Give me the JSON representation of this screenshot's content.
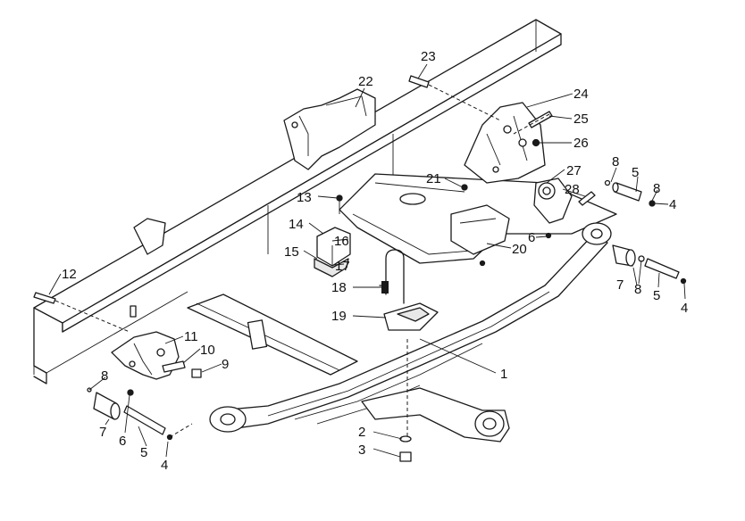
{
  "diagram": {
    "callouts": [
      {
        "id": "c1",
        "text": "1"
      },
      {
        "id": "c2",
        "text": "2"
      },
      {
        "id": "c3",
        "text": "3"
      },
      {
        "id": "c4a",
        "text": "4"
      },
      {
        "id": "c4b",
        "text": "4"
      },
      {
        "id": "c4c",
        "text": "4"
      },
      {
        "id": "c5a",
        "text": "5"
      },
      {
        "id": "c5b",
        "text": "5"
      },
      {
        "id": "c5c",
        "text": "5"
      },
      {
        "id": "c6a",
        "text": "6"
      },
      {
        "id": "c6b",
        "text": "6"
      },
      {
        "id": "c7a",
        "text": "7"
      },
      {
        "id": "c7b",
        "text": "7"
      },
      {
        "id": "c8a",
        "text": "8"
      },
      {
        "id": "c8b",
        "text": "8"
      },
      {
        "id": "c8c",
        "text": "8"
      },
      {
        "id": "c8d",
        "text": "8"
      },
      {
        "id": "c9",
        "text": "9"
      },
      {
        "id": "c10",
        "text": "10"
      },
      {
        "id": "c11",
        "text": "11"
      },
      {
        "id": "c12",
        "text": "12"
      },
      {
        "id": "c13",
        "text": "13"
      },
      {
        "id": "c14",
        "text": "14"
      },
      {
        "id": "c15",
        "text": "15"
      },
      {
        "id": "c16",
        "text": "16"
      },
      {
        "id": "c17",
        "text": "17"
      },
      {
        "id": "c18",
        "text": "18"
      },
      {
        "id": "c19",
        "text": "19"
      },
      {
        "id": "c20",
        "text": "20"
      },
      {
        "id": "c21",
        "text": "21"
      },
      {
        "id": "c22",
        "text": "22"
      },
      {
        "id": "c23",
        "text": "23"
      },
      {
        "id": "c24",
        "text": "24"
      },
      {
        "id": "c25",
        "text": "25"
      },
      {
        "id": "c26",
        "text": "26"
      },
      {
        "id": "c27",
        "text": "27"
      },
      {
        "id": "c28",
        "text": "28"
      }
    ]
  }
}
